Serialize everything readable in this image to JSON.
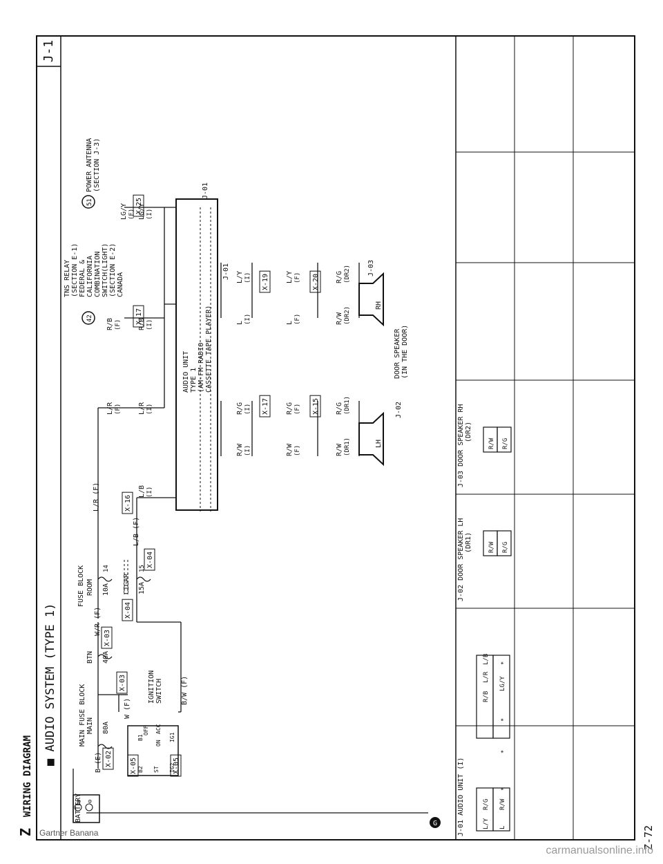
{
  "page_header": {
    "section_letter": "Z",
    "section_title": "WIRING DIAGRAM",
    "page_number": "Z-72"
  },
  "diagram_title": "■ AUDIO SYSTEM (TYPE 1)",
  "diagram_code": "J-1",
  "battery": {
    "label": "BATTERY",
    "plus": "⊕",
    "minus": "⊖",
    "wire": "B (E)"
  },
  "main_fuse_block": {
    "title": "MAIN FUSE BLOCK",
    "main_name": "MAIN",
    "main_rating": "80A",
    "btn_name": "BTN",
    "btn_rating": "40A",
    "btn_wire": "W/R (F)"
  },
  "ignition_switch": {
    "title": [
      "IGNITION",
      "SWITCH"
    ],
    "pos_b1": "B1",
    "pos_b2": "B2",
    "pos_ig1": "IG1",
    "pos_ig2": "IG2",
    "pos_st": "ST",
    "pos_acc": "ACC",
    "pos_off": "OFF",
    "pos_on": "ON",
    "wire_w": "W (F)",
    "wire_bw": "B/W (F)"
  },
  "fuse_block": {
    "title": "FUSE BLOCK",
    "room_name": "ROOM",
    "room_rating": "10A",
    "room_num": "14",
    "cigar_name": "CIGAR",
    "cigar_rating": "15A",
    "cigar_num": "15"
  },
  "connectors": {
    "x02": "X-02",
    "x03": "X-03",
    "x04": "X-04",
    "x05": "X-05",
    "x15": "X-15",
    "x16": "X-16",
    "x17": "X-17",
    "x19": "X-19",
    "x20": "X-20",
    "x25": "X-25",
    "j01": "J-01",
    "j02": "J-02",
    "j03": "J-03"
  },
  "wires": {
    "lr_f": "L/R (F)",
    "lb_f": "L/B (F)",
    "lr": "L/R",
    "lb": "L/B",
    "rb": "R/B",
    "lgy": "LG/Y",
    "rw": "R/W",
    "rg": "R/G",
    "l": "L",
    "ly": "L/Y",
    "f": "(F)",
    "i": "(I)",
    "dr1": "(DR1)",
    "dr2": "(DR2)"
  },
  "audio_unit": {
    "lines": [
      "AUDIO UNIT",
      "TYPE 1",
      "(AM·FM RADIO",
      "CASSETTE TAPE PLAYER)"
    ]
  },
  "tns_relay": {
    "ref": "42",
    "lines": [
      "TNS RELAY",
      "(SECTION E-1)",
      "FEDERAL &",
      "CALIFORNIA",
      "COMBINATION",
      "SWITCH(LIGHT)",
      "(SECTION E-2)",
      "CANADA"
    ]
  },
  "power_antenna": {
    "ref": "51",
    "lines": [
      "POWER ANTENNA",
      "(SECTION J-3)"
    ]
  },
  "door_speaker": {
    "lines": [
      "DOOR SPEAKER",
      "(IN THE DOOR)"
    ],
    "lh": "LH",
    "rh": "RH"
  },
  "ground_symbol": "G",
  "connector_table": {
    "j01_title": "J-01 AUDIO UNIT (I)",
    "j01_top": [
      "L/Y",
      "R/G",
      "",
      "R/B",
      "L/R",
      "L/B"
    ],
    "j01_bottom": [
      "L",
      "R/W",
      "∗",
      "∗",
      "∗",
      "LG/Y",
      "∗"
    ],
    "j02_title": "J-02 DOOR SPEAKER LH",
    "j02_sub": "(DR1)",
    "j02_pins": [
      "R/W",
      "R/G"
    ],
    "j03_title": "J-03 DOOR SPEAKER RH",
    "j03_sub": "(DR2)",
    "j03_pins": [
      "R/W",
      "R/G"
    ]
  },
  "watermarks": {
    "left": "Gartner Banana",
    "bottom": "carmanualsonline.info"
  }
}
